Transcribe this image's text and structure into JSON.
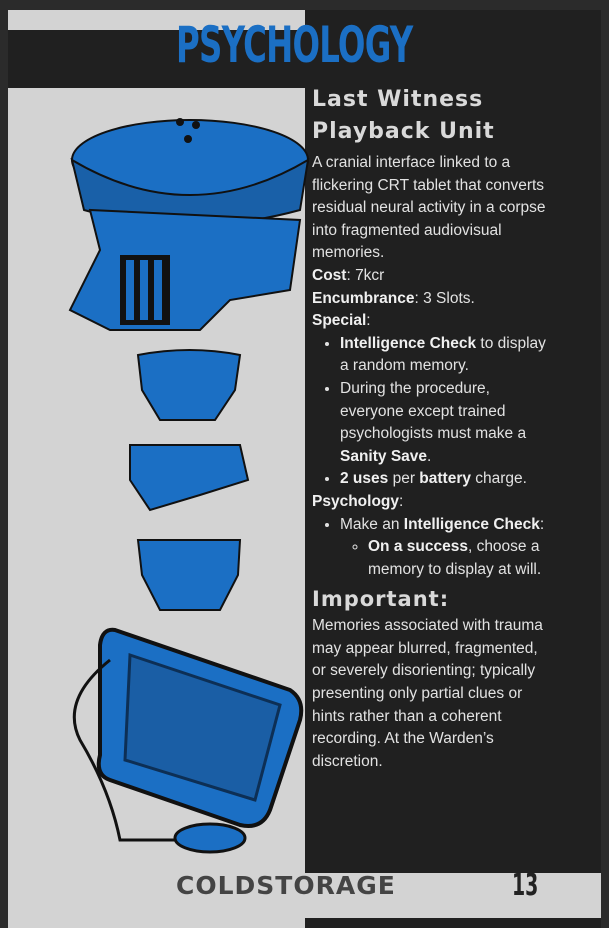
{
  "header": {
    "section_title": "PSYCHOLOGY"
  },
  "item": {
    "name": "Last Witness Playback Unit",
    "description": "A cranial interface linked to a flickering CRT tablet that converts residual neural activity in a corpse into fragmented audiovisual memories.",
    "cost_label": "Cost",
    "cost_value": ": 7kcr",
    "encumbrance_label": "Encumbrance",
    "encumbrance_value": ": 3 Slots.",
    "special_label": "Special",
    "colon": ":",
    "special": [
      {
        "bold": "Intelligence Check",
        "rest": " to display a random memory."
      },
      {
        "pre": "During the procedure, everyone except trained psychologists must make a ",
        "bold": "Sanity Save",
        "post": "."
      },
      {
        "bold": "2 uses",
        "mid": " per ",
        "bold2": "battery",
        "post": " charge."
      }
    ],
    "psychology_label": "Psychology",
    "psychology": {
      "pre": "Make an ",
      "bold": "Intelligence Check",
      "post": ":",
      "sub": {
        "bold": "On a success",
        "rest": ", choose a memory to display at will."
      }
    },
    "important_heading": "Important:",
    "important_text": "Memories associated with trauma may appear blurred, fragmented, or severely disorienting; typically presenting only partial clues or hints rather than a coherent recording. At the Warden’s discretion."
  },
  "footer": {
    "brand": "COLDSTORAGE",
    "page_number": "13"
  },
  "colors": {
    "accent": "#1b6fc4",
    "dark": "#202020",
    "panel": "#d3d3d3"
  }
}
